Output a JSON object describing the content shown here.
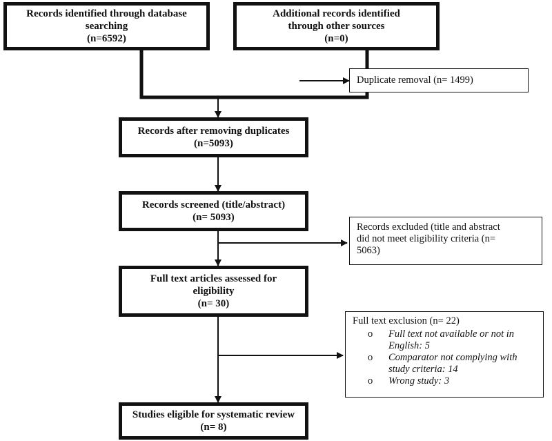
{
  "boxes": {
    "identified_db": {
      "line1": "Records identified through database",
      "line2": "searching",
      "line3": "(n=6592)"
    },
    "identified_other": {
      "line1": "Additional records identified",
      "line2": "through other sources",
      "line3": "(n=0)"
    },
    "after_duplicates": {
      "line1": "Records after removing duplicates",
      "line2": "(n=5093)"
    },
    "screened": {
      "line1": "Records screened (title/abstract)",
      "line2": "(n= 5093)"
    },
    "full_text": {
      "line1": "Full text articles assessed for",
      "line2": "eligibility",
      "line3": "(n= 30)"
    },
    "eligible": {
      "line1": "Studies eligible for systematic review",
      "line2": "(n= 8)"
    }
  },
  "side_boxes": {
    "duplicate_removal": "Duplicate removal (n= 1499)",
    "records_excluded": {
      "line1": "Records excluded (title and abstract",
      "line2": "did not meet eligibility criteria (n=",
      "line3": "5063)"
    },
    "full_text_exclusion": {
      "heading": "Full text exclusion (n= 22)",
      "bullet": "o",
      "items": [
        {
          "line1": "Full text not available or not in",
          "line2": "English: 5"
        },
        {
          "line1": "Comparator not complying with",
          "line2": "study criteria: 14"
        },
        {
          "line1": "Wrong study: 3",
          "line2": ""
        }
      ]
    }
  }
}
